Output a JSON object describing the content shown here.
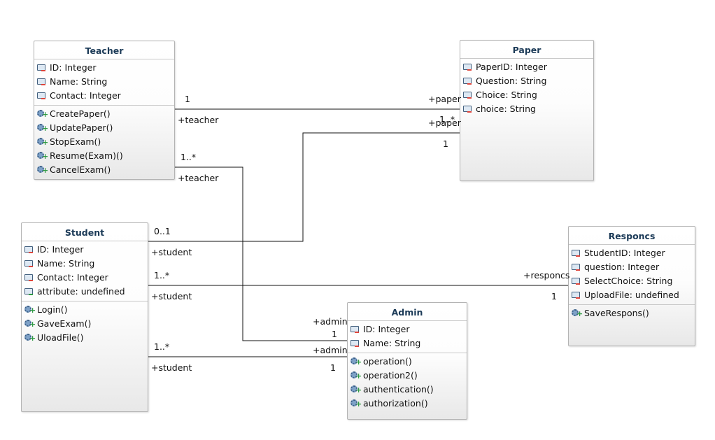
{
  "classes": {
    "teacher": {
      "name": "Teacher",
      "attributes": [
        "ID: Integer",
        "Name: String",
        "Contact: Integer"
      ],
      "operations": [
        "CreatePaper()",
        "UpdatePaper()",
        "StopExam()",
        "Resume(Exam)()",
        "CancelExam()"
      ]
    },
    "paper": {
      "name": "Paper",
      "attributes": [
        "PaperID: Integer",
        "Question: String",
        "Choice: String",
        "choice: String"
      ],
      "operations": []
    },
    "student": {
      "name": "Student",
      "attributes": [
        "ID: Integer",
        "Name: String",
        "Contact: Integer",
        "attribute: undefined"
      ],
      "operations": [
        "Login()",
        "GaveExam()",
        "UloadFile()"
      ]
    },
    "responcs": {
      "name": "Responcs",
      "attributes": [
        "StudentID: Integer",
        "question: Integer",
        "SelectChoice: String",
        "UploadFile: undefined"
      ],
      "operations": [
        "SaveRespons()"
      ]
    },
    "admin": {
      "name": "Admin",
      "attributes": [
        "ID: Integer",
        "Name: String"
      ],
      "operations": [
        "operation()",
        "operation2()",
        "authentication()",
        "authorization()"
      ]
    }
  },
  "associations": {
    "teacher_paper": {
      "teacher_mult": "1",
      "teacher_role": "+teacher",
      "paper_role": "+paper",
      "paper_mult": "1..*"
    },
    "student_paper": {
      "student_mult": "0..1",
      "student_role": "+student",
      "paper_role": "+paper",
      "paper_mult": "1"
    },
    "teacher_admin": {
      "teacher_mult": "1..*",
      "teacher_role": "+teacher",
      "admin_role": "+admin",
      "admin_mult": "1"
    },
    "student_responcs": {
      "student_mult": "1..*",
      "student_role": "+student",
      "responcs_role": "+responcs",
      "responcs_mult": "1"
    },
    "student_admin": {
      "student_mult": "1..*",
      "student_role": "+student",
      "admin_role": "+admin",
      "admin_mult": "1"
    }
  }
}
